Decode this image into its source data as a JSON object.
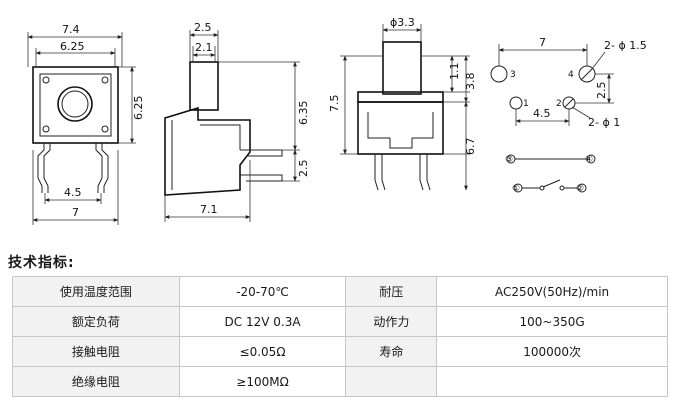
{
  "drawing": {
    "front": {
      "w_outer": "7.4",
      "w_inner": "6.25",
      "h_body": "6.25",
      "pin_span": "4.5",
      "w_bottom": "7"
    },
    "side": {
      "top_outer": "2.5",
      "top_inner": "2.1",
      "h_total": "6.35",
      "pin_h": "2.5",
      "w_bottom": "7.1"
    },
    "section": {
      "shaft_dia": "ϕ3.3",
      "h_total": "7.5",
      "h_top": "1.1",
      "h_mid": "3.8",
      "h_lower": "6.7"
    },
    "pcb": {
      "w": "7",
      "holes_big": "2- ϕ 1.5",
      "h": "2.5",
      "w_small": "4.5",
      "holes_small": "2- ϕ 1",
      "pin3": "3",
      "pin4": "4",
      "pin1": "1",
      "pin2": "2"
    },
    "circuit": {
      "p3": "③",
      "p4": "④",
      "p1": "①",
      "p2": "②"
    }
  },
  "title": "技术指标:",
  "specs": [
    {
      "l1": "使用温度范围",
      "v1": "-20-70℃",
      "l2": "耐压",
      "v2": "AC250V(50Hz)/min"
    },
    {
      "l1": "额定负荷",
      "v1": "DC 12V 0.3A",
      "l2": "动作力",
      "v2": "100~350G"
    },
    {
      "l1": "接触电阻",
      "v1": "≤0.05Ω",
      "l2": "寿命",
      "v2": "100000次"
    },
    {
      "l1": "绝缘电阻",
      "v1": "≥100MΩ",
      "l2": "",
      "v2": ""
    }
  ]
}
